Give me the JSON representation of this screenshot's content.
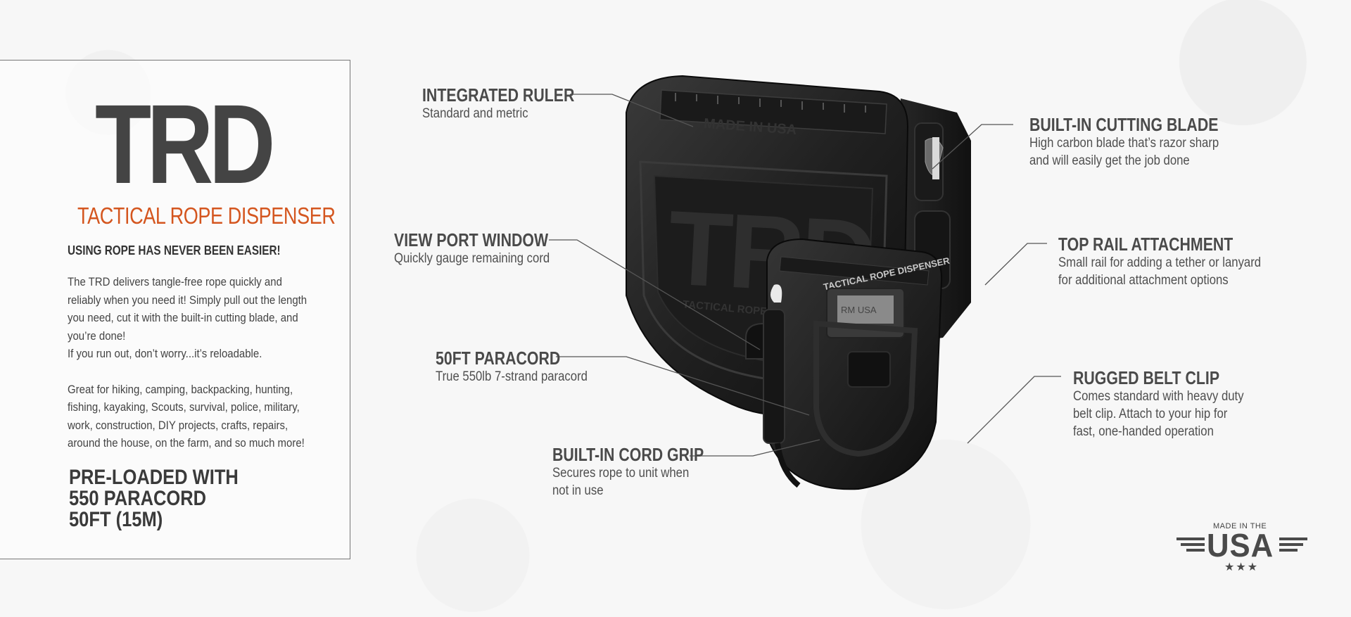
{
  "panel": {
    "brand": "TRD",
    "subtitle": "TACTICAL ROPE DISPENSER",
    "tagline": "USING ROPE HAS NEVER BEEN EASIER!",
    "description": [
      "The TRD delivers tangle-free rope quickly and",
      "reliably when you need it! Simply pull out the length",
      "you need, cut it with the built-in cutting blade, and",
      "you’re done!",
      "If you run out, don’t worry...it’s reloadable."
    ],
    "uses": [
      "Great for hiking, camping, backpacking, hunting,",
      "fishing, kayaking, Scouts, survival, police, military,",
      "work, construction, DIY projects, crafts, repairs,",
      "around the house, on the farm, and so much more!"
    ],
    "preload": [
      "PRE-LOADED WITH",
      "550 PARACORD",
      "50FT (15M)"
    ]
  },
  "callouts": {
    "ruler": {
      "title": "INTEGRATED RULER",
      "desc": [
        "Standard and metric"
      ]
    },
    "viewport": {
      "title": "VIEW PORT WINDOW",
      "desc": [
        "Quickly gauge remaining cord"
      ]
    },
    "paracord": {
      "title": "50FT PARACORD",
      "desc": [
        "True 550lb 7-strand paracord"
      ]
    },
    "grip": {
      "title": "BUILT-IN CORD GRIP",
      "desc": [
        "Secures rope to unit when",
        "not in use"
      ]
    },
    "blade": {
      "title": "BUILT-IN CUTTING BLADE",
      "desc": [
        "High carbon blade that’s razor sharp",
        "and will easily get the job done"
      ]
    },
    "rail": {
      "title": "TOP RAIL ATTACHMENT",
      "desc": [
        "Small rail for adding a tether or lanyard",
        "for additional attachment options"
      ]
    },
    "clip": {
      "title": "RUGGED BELT CLIP",
      "desc": [
        "Comes standard with heavy duty",
        "belt clip. Attach to your hip for",
        "fast, one-handed operation"
      ]
    }
  },
  "product": {
    "large_ruler_text": "MADE IN USA",
    "large_logo": "TRD",
    "large_logo_sub": "TACTICAL ROPE DISPENSER",
    "small_label": "TACTICAL ROPE DISPENSER",
    "small_ruler_text": "RM USA"
  },
  "badge": {
    "small": "MADE IN THE",
    "big": "USA",
    "stars": "★★★"
  },
  "colors": {
    "accent": "#d4561f",
    "text": "#444444",
    "device": "#1c1c1c"
  }
}
